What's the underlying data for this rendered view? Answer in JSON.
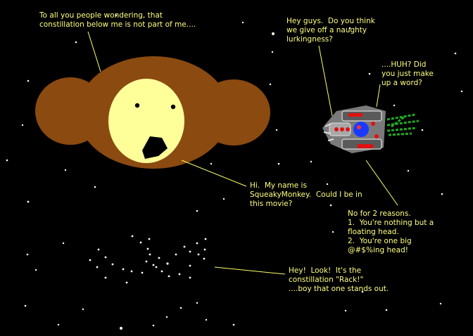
{
  "captions": {
    "constellation_note": "To all you people wondering, that\nconstillation below me is not part of me....",
    "ship_question": "Hey guys.  Do you think\nwe give off a naughty\nlurkingness?",
    "huh": "....HUH? Did\nyou just make\nup a word?",
    "squeaky_intro": "Hi.  My name is\nSqueakyMonkey.  Could I be in\nthis movie?",
    "two_reasons": "No for 2 reasons.\n1.  You're nothing but a\nfloating head.\n2.  You're one big\n@#$%ing head!",
    "rack": "Hey!  Look!  It's the\nconstillation \"Rack!\"\n....boy that one stands out."
  },
  "colors": {
    "background": "#000000",
    "monkey_fur": "#8b4a10",
    "monkey_face": "#ffff99",
    "caption_text": "#ffff80",
    "pointer_line": "#ffff66",
    "stars": "#ffffff",
    "ship_hull": "#9a9a9a",
    "ship_core": "#1a3aff",
    "ship_lights": "#e01010",
    "exhaust": "#22aa22"
  },
  "icons": {
    "monkey": "monkey-head-icon",
    "ship": "spaceship-icon",
    "constellation": "constellation-icon"
  }
}
